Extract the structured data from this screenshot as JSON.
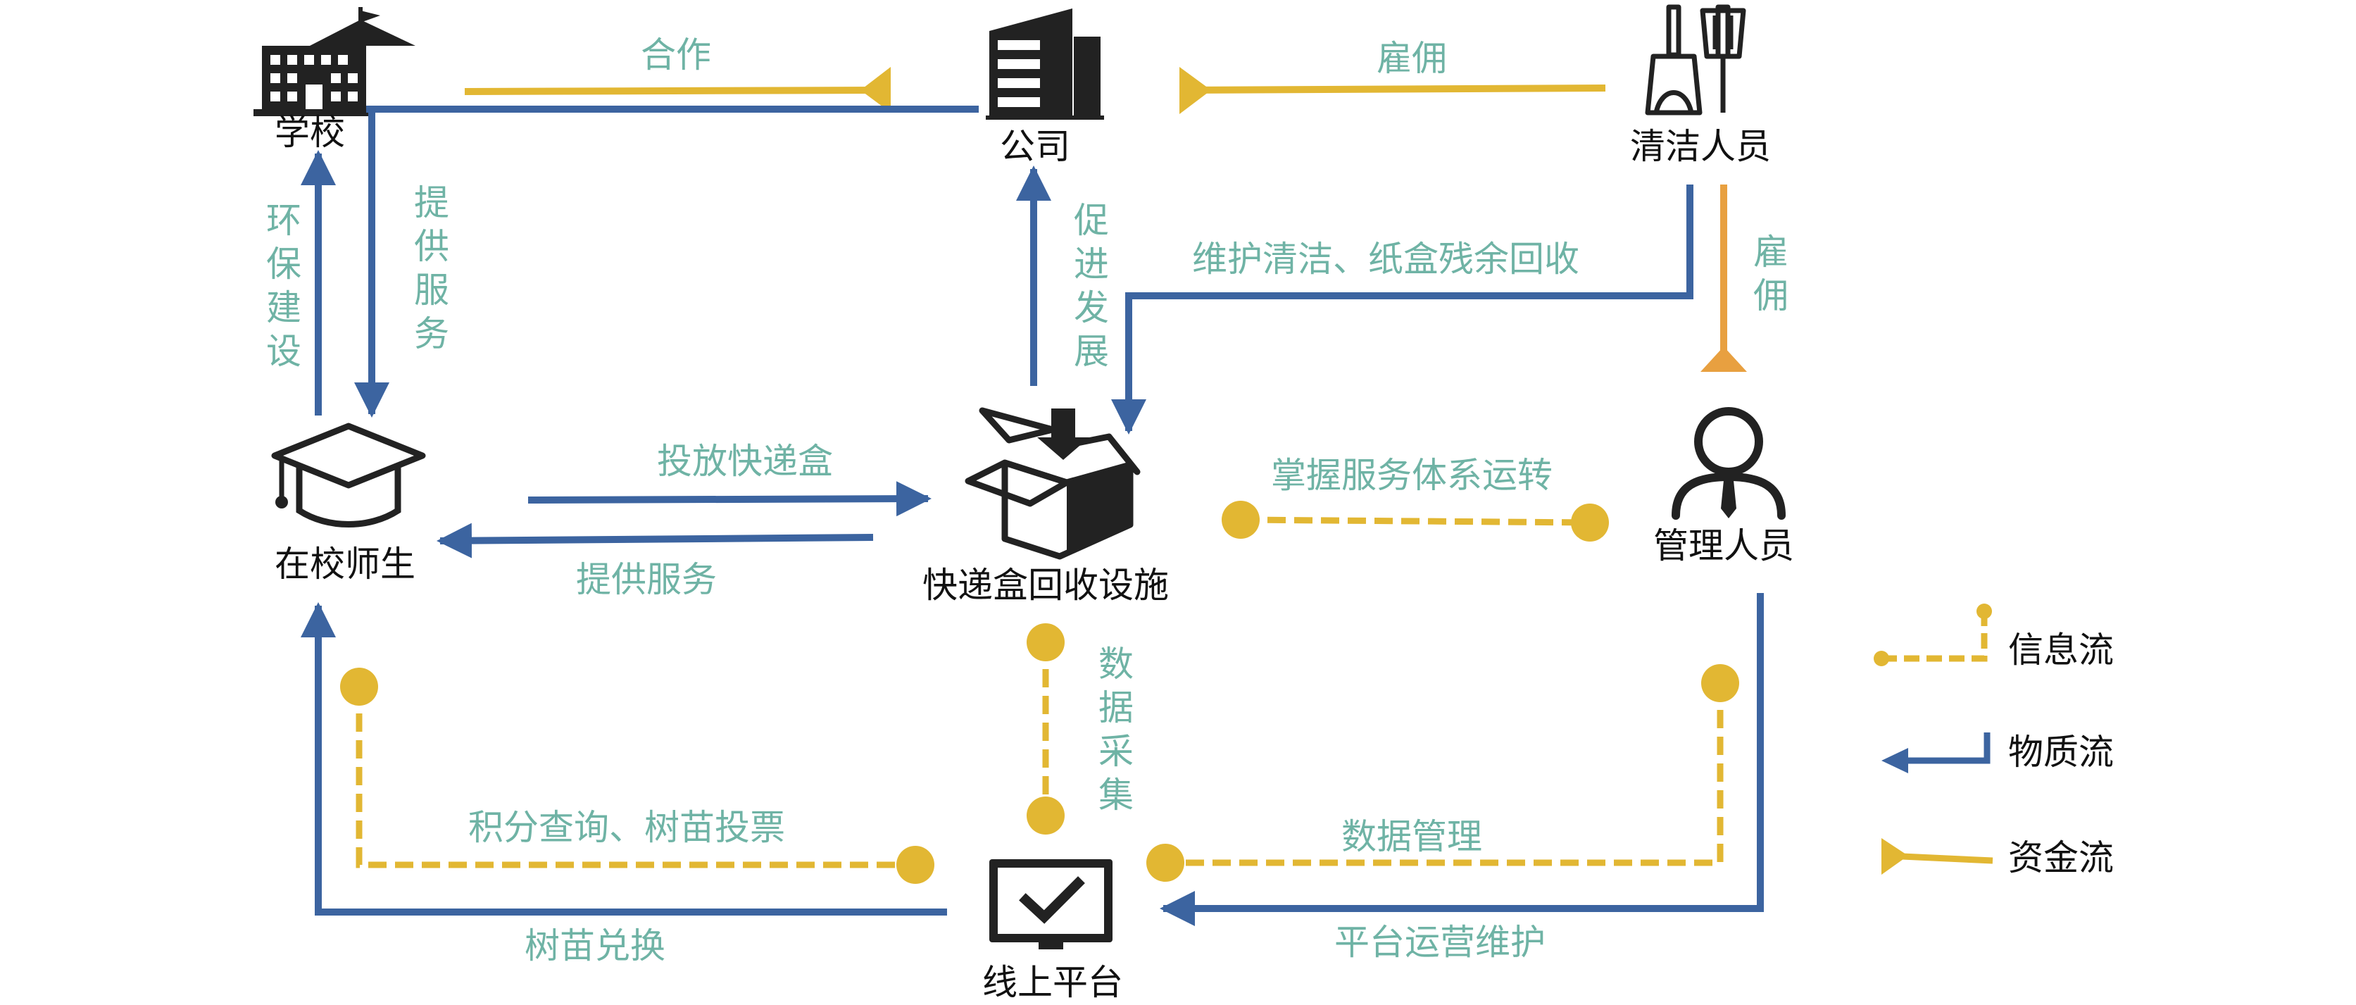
{
  "colors": {
    "material_flow": "#3c64a0",
    "money_flow": "#e2b733",
    "info_flow": "#e2b733",
    "hire_orange": "#e8a040",
    "edge_text": "#6fb3a5",
    "icon": "#222222"
  },
  "nodes": {
    "school": {
      "label": "学校",
      "icon": "school-building-icon"
    },
    "company": {
      "label": "公司",
      "icon": "office-building-icon"
    },
    "cleaner": {
      "label": "清洁人员",
      "icon": "dustpan-broom-icon"
    },
    "students": {
      "label": "在校师生",
      "icon": "graduation-cap-icon"
    },
    "facility": {
      "label": "快递盒回收设施",
      "icon": "box-drop-icon"
    },
    "manager": {
      "label": "管理人员",
      "icon": "manager-person-icon"
    },
    "platform": {
      "label": "线上平台",
      "icon": "monitor-check-icon"
    }
  },
  "edges": {
    "cooperate": "合作",
    "hire_top": "雇佣",
    "env_build": "环保建设",
    "provide_service_vertical": "提供服务",
    "promote_dev": "促进发展",
    "maintain_clean": "维护清洁、纸盒残余回收",
    "hire_side": "雇佣",
    "deliver_box": "投放快递盒",
    "provide_service": "提供服务",
    "master_system": "掌握服务体系运转",
    "data_collect": "数据采集",
    "points_query": "积分查询、树苗投票",
    "data_manage": "数据管理",
    "sapling_exchange": "树苗兑换",
    "platform_ops": "平台运营维护"
  },
  "legend": {
    "info": "信息流",
    "material": "物质流",
    "money": "资金流"
  }
}
